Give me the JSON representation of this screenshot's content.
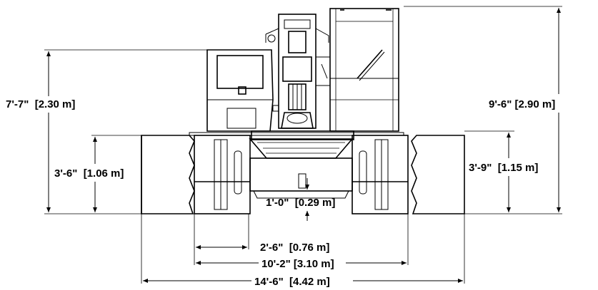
{
  "dimensions": {
    "overall_height": "7'-7\"  [2.30 m]",
    "cab_height": "9'-6\" [2.90 m]",
    "track_height": "3'-6\"  [1.06 m]",
    "counterweight_clearance": "3'-9\"  [1.15 m]",
    "ground_clearance": "1'-0\"  [0.29 m]",
    "track_shoe_width": "2'-6\"  [0.76 m]",
    "track_gauge": "10'-2\" [3.10 m]",
    "overall_width": "14'-6\"  [4.42 m]"
  }
}
